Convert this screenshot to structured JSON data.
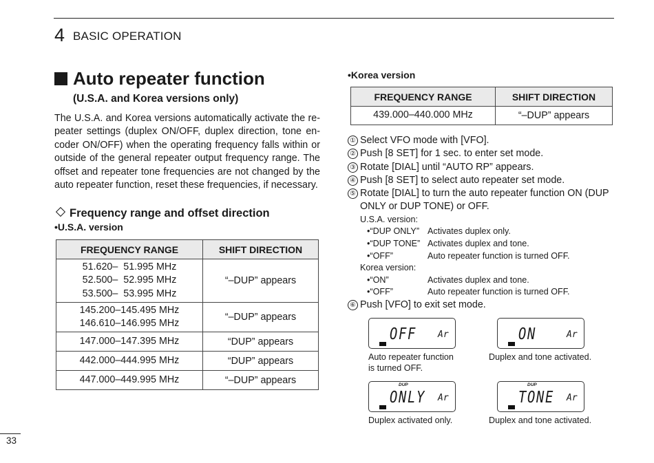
{
  "header": {
    "chapter_number": "4",
    "chapter_title": "BASIC OPERATION"
  },
  "section": {
    "title": "Auto repeater function",
    "subtitle": "(U.S.A. and Korea versions only)",
    "paragraph_lines": [
      "The U.S.A. and Korea versions automatically activate the re-",
      "peater settings (duplex ON/OFF, duplex direction, tone en-",
      "coder ON/OFF) when the operating frequency falls within or",
      "outside of the general repeater output frequency range. The",
      "offset and repeater tone frequencies are not changed by the",
      "auto repeater function, reset these frequencies, if necessary."
    ]
  },
  "subsection": {
    "title": "Frequency range and offset direction"
  },
  "usa": {
    "label": "•U.S.A. version",
    "headers": [
      "FREQUENCY RANGE",
      "SHIFT DIRECTION"
    ],
    "rows": [
      {
        "ranges": [
          "51.620–  51.995 MHz",
          "52.500–  52.995 MHz",
          "53.500–  53.995 MHz"
        ],
        "shift": "“–DUP” appears"
      },
      {
        "ranges": [
          "145.200–145.495 MHz",
          "146.610–146.995 MHz"
        ],
        "shift": "“–DUP” appears"
      },
      {
        "ranges": [
          "147.000–147.395 MHz"
        ],
        "shift": "“DUP” appears"
      },
      {
        "ranges": [
          "442.000–444.995 MHz"
        ],
        "shift": "“DUP” appears"
      },
      {
        "ranges": [
          "447.000–449.995 MHz"
        ],
        "shift": "“–DUP” appears"
      }
    ]
  },
  "korea": {
    "label": "•Korea version",
    "headers": [
      "FREQUENCY RANGE",
      "SHIFT DIRECTION"
    ],
    "rows": [
      {
        "ranges": [
          "439.000–440.000 MHz"
        ],
        "shift": "“–DUP” appears"
      }
    ]
  },
  "steps": {
    "markers": [
      "①",
      "②",
      "③",
      "④",
      "⑤",
      "⑥"
    ],
    "s1": "Select VFO mode with [VFO].",
    "s2": "Push [8 SET] for 1 sec. to enter set mode.",
    "s3": "Rotate [DIAL] until “AUTO RP” appears.",
    "s4": "Push [8 SET] to select auto repeater set mode.",
    "s5_line1": "Rotate [DIAL] to turn the auto repeater function ON (DUP",
    "s5_line2": "ONLY or DUP TONE) or OFF.",
    "s6": "Push [VFO] to exit set mode.",
    "usa_version_label": "U.S.A. version:",
    "usa_options": [
      {
        "key": "•“DUP ONLY”",
        "desc": "Activates duplex only."
      },
      {
        "key": "•“DUP TONE”",
        "desc": "Activates duplex and tone."
      },
      {
        "key": "•“OFF”",
        "desc": "Auto repeater function is turned OFF."
      }
    ],
    "korea_version_label": "Korea version:",
    "korea_options": [
      {
        "key": "•“ON”",
        "desc": "Activates duplex and tone."
      },
      {
        "key": "•“OFF”",
        "desc": "Auto repeater function is turned OFF."
      }
    ]
  },
  "displays": [
    {
      "text": "OFF",
      "suffix": "Ar",
      "dup": "",
      "caption_line1": "Auto repeater function",
      "caption_line2": "is turned OFF."
    },
    {
      "text": "ON",
      "suffix": "Ar",
      "dup": "",
      "caption_line1": "Duplex and tone activated.",
      "caption_line2": ""
    },
    {
      "text": "ONLY",
      "suffix": "Ar",
      "dup": "DUP",
      "caption_line1": "Duplex activated only.",
      "caption_line2": ""
    },
    {
      "text": "TONE",
      "suffix": "Ar",
      "dup": "DUP",
      "caption_line1": "Duplex and tone activated.",
      "caption_line2": ""
    }
  ],
  "page_number": "33"
}
